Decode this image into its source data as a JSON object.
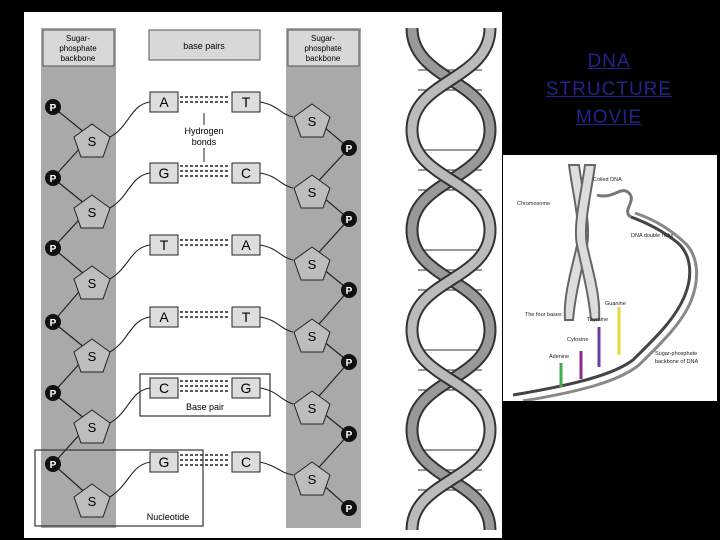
{
  "slide": {
    "title_lines": [
      "DNA",
      "STRUCTURE",
      "MOVIE"
    ],
    "link_color": "#23238c"
  },
  "ladder": {
    "left_backbone_label": [
      "Sugar-",
      "phosphate",
      "backbone"
    ],
    "right_backbone_label": [
      "Sugar-",
      "phosphate",
      "backbone"
    ],
    "base_pairs_label": "base pairs",
    "hydrogen_bonds_label": [
      "Hydrogen",
      "bonds"
    ],
    "base_pair_label": "Base pair",
    "nucleotide_label": "Nucleotide",
    "sugar_symbol": "S",
    "phosphate_symbol": "P",
    "pairs": [
      {
        "left": "A",
        "right": "T"
      },
      {
        "left": "G",
        "right": "C"
      },
      {
        "left": "T",
        "right": "A"
      },
      {
        "left": "A",
        "right": "T"
      },
      {
        "left": "C",
        "right": "G"
      },
      {
        "left": "G",
        "right": "C"
      }
    ]
  },
  "inset_diagram": {
    "labels": {
      "coiled_dna": "Coiled DNA",
      "chromosome": "Chromosome",
      "dna_double_helix": "DNA double helix",
      "guanine": "Guanine",
      "four_bases": "The four bases",
      "thymine": "Thymine",
      "cytosine": "Cytosine",
      "adenine": "Adenine",
      "backbone": [
        "Sugar-phosphate",
        "backbone of DNA"
      ]
    },
    "base_colors": {
      "adenine": "#3fae49",
      "cytosine": "#8b2a8e",
      "thymine": "#6b3fa0",
      "guanine": "#e8d63a"
    }
  }
}
